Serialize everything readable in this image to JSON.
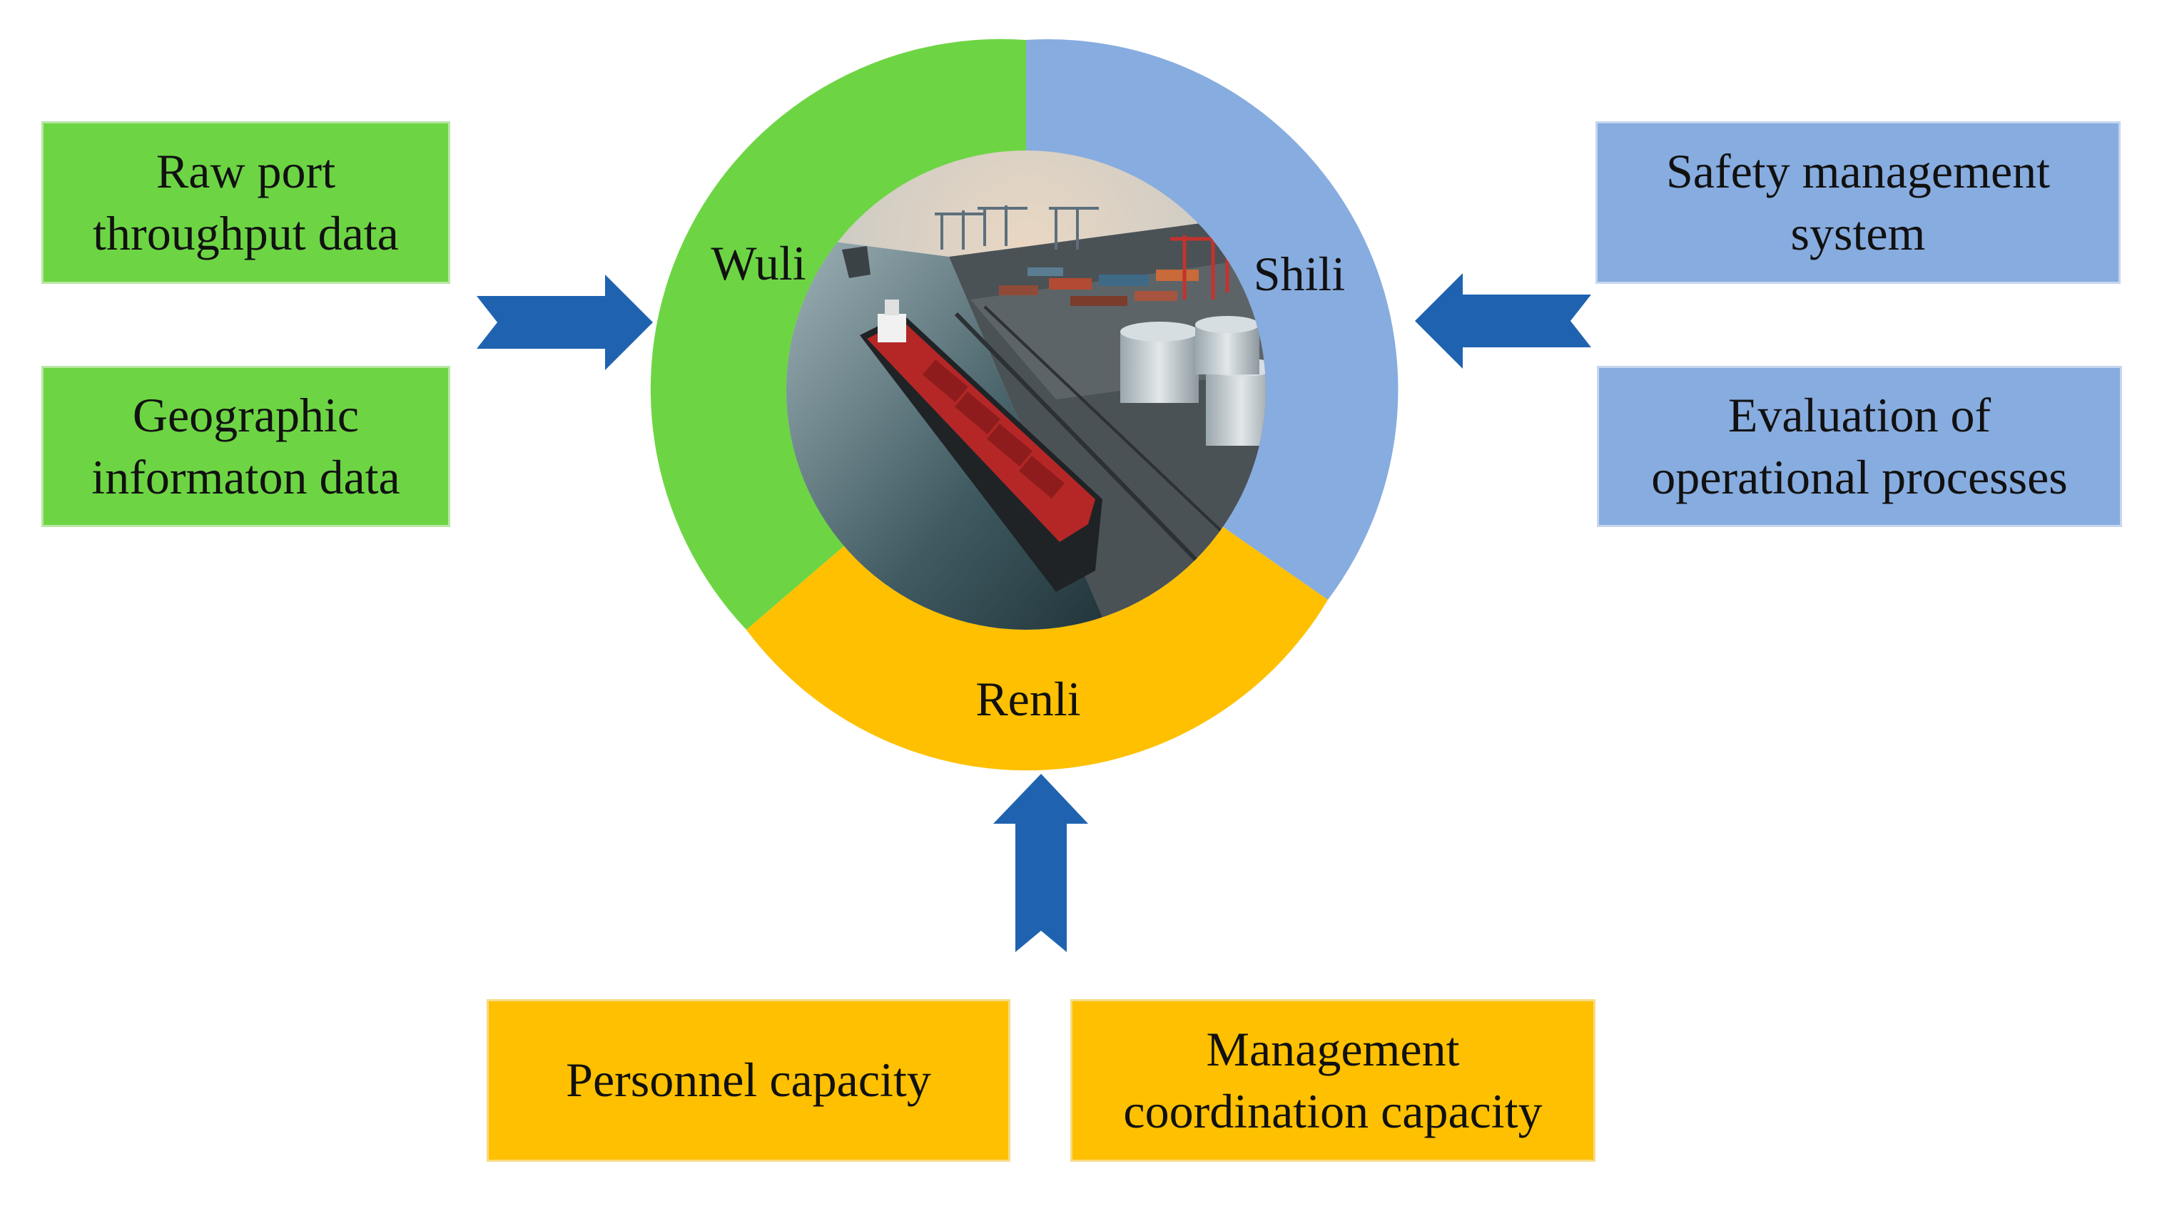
{
  "colors": {
    "wuli": "#6dd544",
    "shili": "#87acdf",
    "renli": "#fec000",
    "arrow": "#1f63b0"
  },
  "left_boxes": [
    {
      "text": "Raw port\nthroughput data"
    },
    {
      "text": "Geographic\ninformaton data"
    }
  ],
  "right_boxes": [
    {
      "text": "Safety management\nsystem"
    },
    {
      "text": "Evaluation of\noperational processes"
    }
  ],
  "bottom_boxes": [
    {
      "text": "Personnel capacity"
    },
    {
      "text": "Management\ncoordination capacity"
    }
  ],
  "ring": {
    "wuli_label": "Wuli",
    "shili_label": "Shili",
    "renli_label": "Renli"
  },
  "center_image": {
    "icon": "port-cargo-ship-photo"
  }
}
